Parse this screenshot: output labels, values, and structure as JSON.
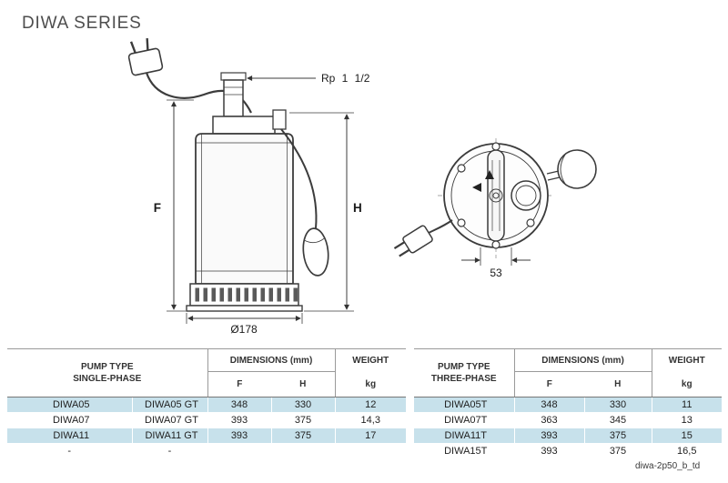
{
  "title": "DIWA SERIES",
  "footnote": "diwa-2p50_b_td",
  "drawing": {
    "side_view": {
      "thread_label": "Rp 1 1/2",
      "dim_f": "F",
      "dim_h": "H",
      "diameter": "Ø178"
    },
    "top_view": {
      "dim_53": "53"
    }
  },
  "tables": {
    "single_phase": {
      "header": {
        "pump_type": "PUMP TYPE",
        "phase": "SINGLE-PHASE",
        "dimensions": "DIMENSIONS (mm)",
        "weight": "WEIGHT",
        "col_f": "F",
        "col_h": "H",
        "col_kg": "kg"
      },
      "rows": [
        [
          "DIWA05",
          "DIWA05 GT",
          "348",
          "330",
          "12"
        ],
        [
          "DIWA07",
          "DIWA07 GT",
          "393",
          "375",
          "14,3"
        ],
        [
          "DIWA11",
          "DIWA11 GT",
          "393",
          "375",
          "17"
        ],
        [
          "-",
          "-",
          "",
          "",
          ""
        ]
      ]
    },
    "three_phase": {
      "header": {
        "pump_type": "PUMP TYPE",
        "phase": "THREE-PHASE",
        "dimensions": "DIMENSIONS (mm)",
        "weight": "WEIGHT",
        "col_f": "F",
        "col_h": "H",
        "col_kg": "kg"
      },
      "rows": [
        [
          "DIWA05T",
          "348",
          "330",
          "11"
        ],
        [
          "DIWA07T",
          "363",
          "345",
          "13"
        ],
        [
          "DIWA11T",
          "393",
          "375",
          "15"
        ],
        [
          "DIWA15T",
          "393",
          "375",
          "16,5"
        ]
      ]
    }
  }
}
